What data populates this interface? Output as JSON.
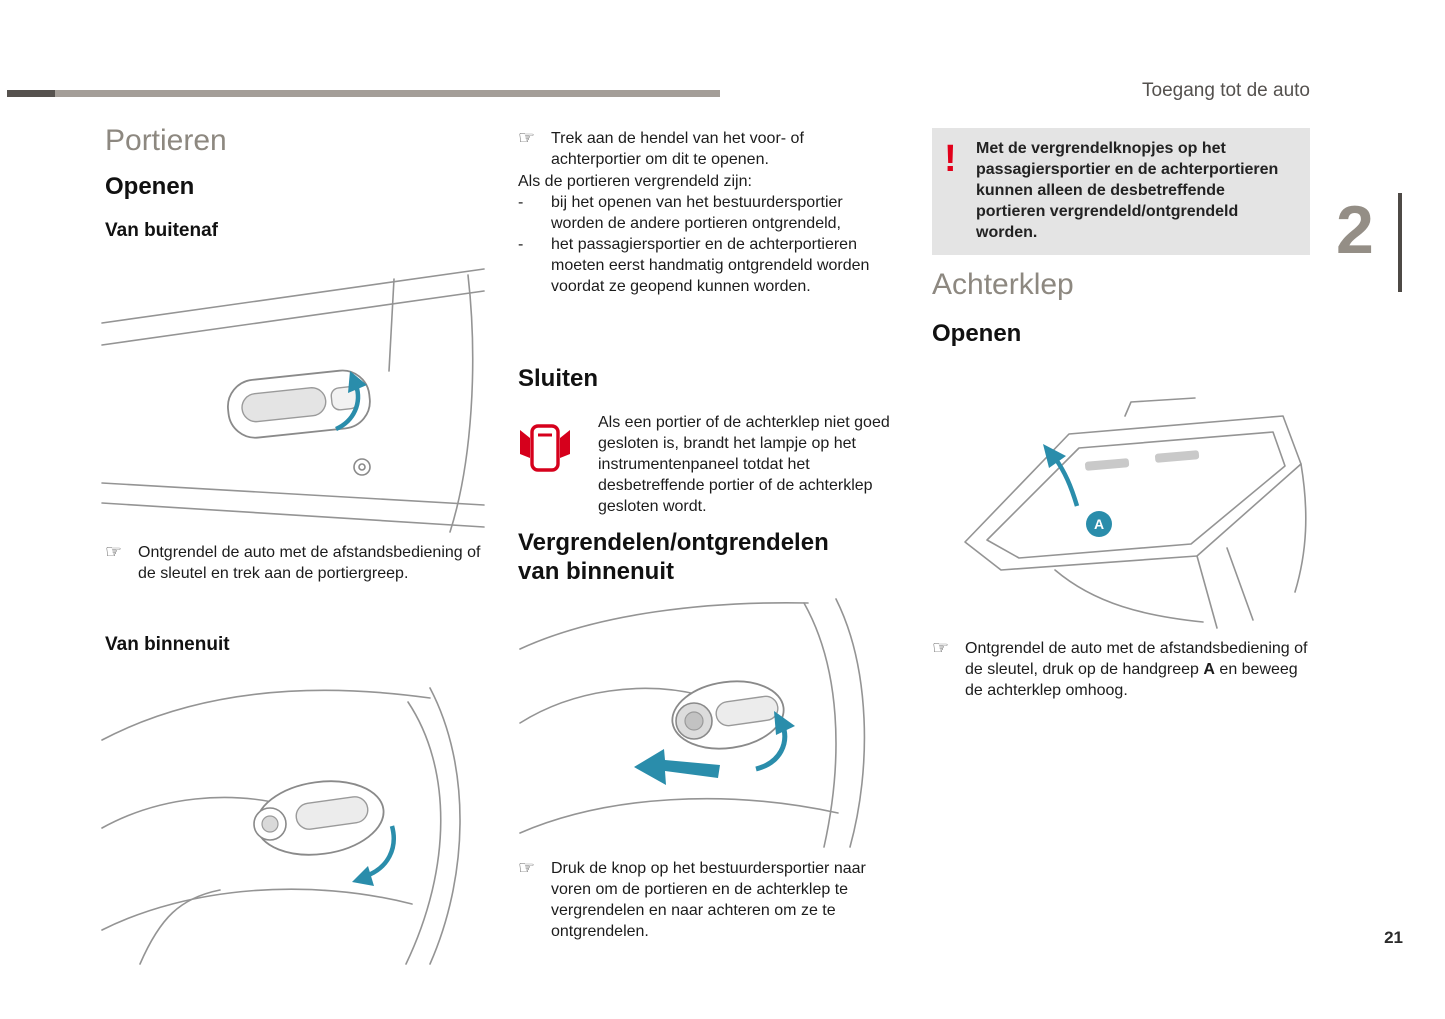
{
  "meta": {
    "header": "Toegang tot de auto",
    "chapter": "2",
    "page_number": "21"
  },
  "icons": {
    "pointer": "☞",
    "dash": "-",
    "exclamation": "!"
  },
  "portieren": {
    "title": "Portieren",
    "openen": "Openen",
    "van_buitenaf": "Van buitenaf",
    "outside_note": "Ontgrendel de auto met de afstandsbediening of de sleutel en trek aan de portiergreep.",
    "van_binnenuit": "Van binnenuit"
  },
  "middle": {
    "open_note": "Trek aan de hendel van het voor- of achterportier om dit te openen.",
    "locked_intro": "Als de portieren vergrendeld zijn:",
    "locked_items": [
      "bij het openen van het bestuurdersportier worden de andere portieren ontgrendeld,",
      "het passagiersportier en de achterportieren moeten eerst handmatig ontgrendeld worden voordat ze geopend kunnen worden."
    ],
    "sluiten": "Sluiten",
    "sluiten_text": "Als een portier of de achterklep niet goed gesloten is, brandt het lampje op het instrumentenpaneel totdat het desbetreffende portier of de achterklep gesloten wordt.",
    "lock_heading": "Vergrendelen/ontgrendelen van binnenuit",
    "lock_note": "Druk de knop op het bestuurdersportier naar voren om de portieren en de achterklep te vergrendelen en naar achteren om ze te ontgrendelen."
  },
  "achterklep": {
    "warning": "Met de vergrendelknopjes op het passagiersportier en de achterportieren kunnen alleen de desbetreffende portieren vergrendeld/ontgrendeld worden.",
    "title": "Achterklep",
    "openen": "Openen",
    "handle_label": "A",
    "note_pre": "Ontgrendel de auto met de afstandsbediening of de sleutel, druk op de handgreep ",
    "note_bold": "A",
    "note_post": " en beweeg de achterklep omhoog."
  },
  "colors": {
    "accent_blue": "#2a8dab",
    "warning_red": "#d6001c",
    "heading_gray": "#8d8880"
  }
}
